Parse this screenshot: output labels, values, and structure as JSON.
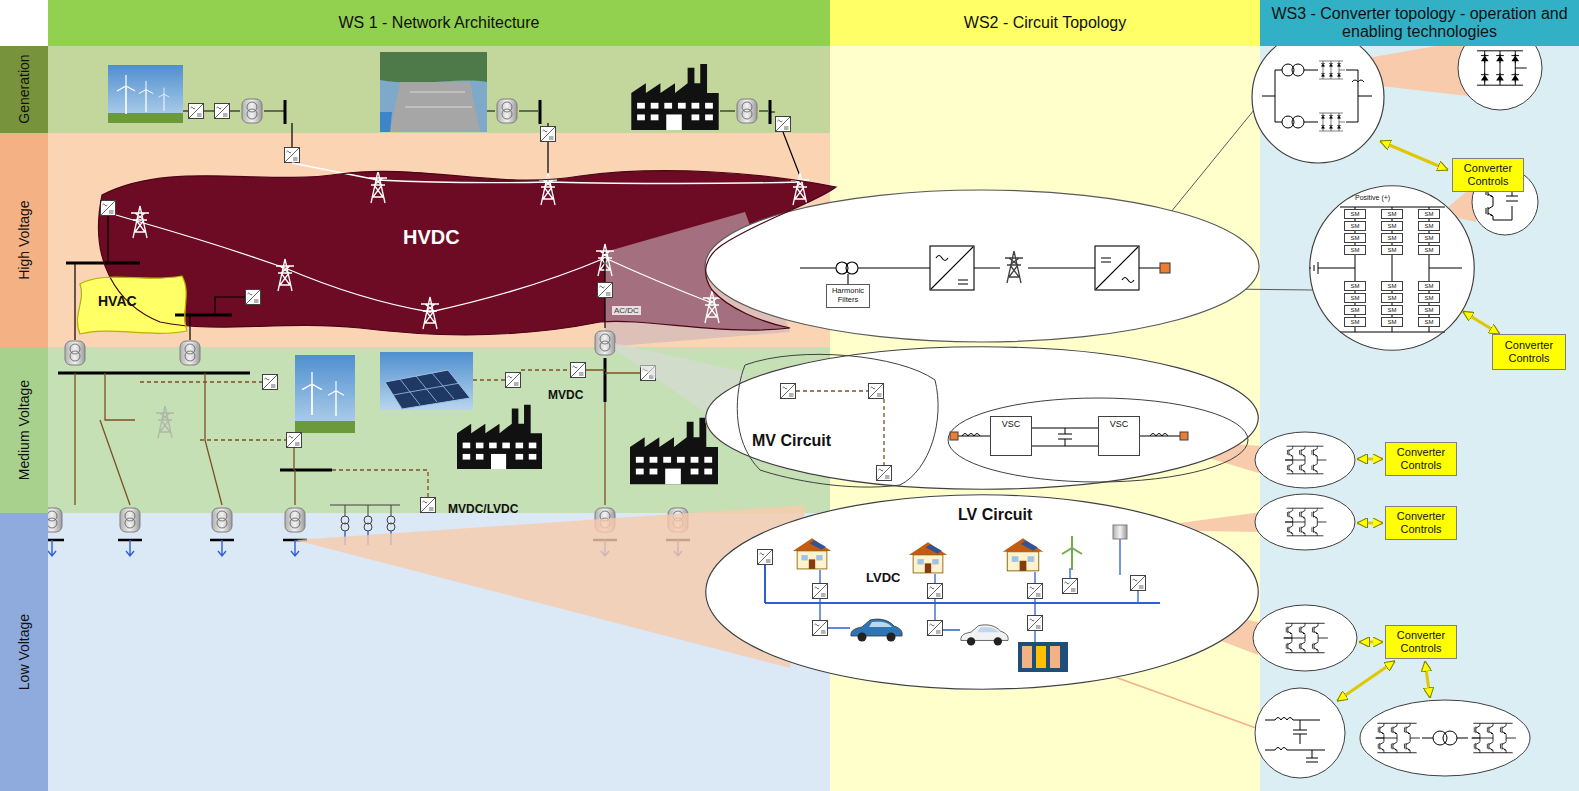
{
  "diagram": {
    "nodes": [
      {
        "text": [
          "WS 1 - Network Architecture"
        ]
      },
      {
        "text": [
          "WS2 - Circuit Topology"
        ]
      },
      {
        "text": [
          "WS3 - Converter topology - operation and enabling technologies"
        ]
      },
      {
        "text": [
          "Generation"
        ]
      },
      {
        "text": [
          "High Voltage"
        ]
      },
      {
        "text": [
          "Medium Voltage"
        ]
      },
      {
        "text": [
          "Low Voltage"
        ]
      },
      {
        "text": [
          "HVDC"
        ]
      },
      {
        "text": [
          "HVAC"
        ]
      },
      {
        "text": [
          "Harmonic Filters"
        ]
      },
      {
        "text": [
          "Converter Controls"
        ]
      },
      {
        "text": [
          "Positive (+)"
        ]
      },
      {
        "text": [
          "SM"
        ],
        "in": 11
      },
      {
        "text": [
          "SM"
        ],
        "in": 11
      },
      {
        "text": [
          "SM"
        ],
        "in": 11
      },
      {
        "text": [
          "SM"
        ],
        "in": 11
      },
      {
        "text": [
          "SM"
        ],
        "in": 11
      },
      {
        "text": [
          "SM"
        ],
        "in": 11
      },
      {
        "text": [
          "SM"
        ],
        "in": 11
      },
      {
        "text": [
          "SM"
        ],
        "in": 11
      },
      {
        "text": [
          "SM"
        ],
        "in": 11
      },
      {
        "text": [
          "SM"
        ],
        "in": 11
      },
      {
        "text": [
          "SM"
        ],
        "in": 11
      },
      {
        "text": [
          "SM"
        ],
        "in": 11
      },
      {
        "text": [
          "SM"
        ],
        "in": 11
      },
      {
        "text": [
          "SM"
        ],
        "in": 11
      },
      {
        "text": [
          "SM"
        ],
        "in": 11
      },
      {
        "text": [
          "SM"
        ],
        "in": 11
      },
      {
        "text": [
          "SM"
        ],
        "in": 11
      },
      {
        "text": [
          "SM"
        ],
        "in": 11
      },
      {
        "text": [
          "SM"
        ],
        "in": 11
      },
      {
        "text": [
          "SM"
        ],
        "in": 11
      },
      {
        "text": [
          "SM"
        ],
        "in": 11
      },
      {
        "text": [
          "SM"
        ],
        "in": 11
      },
      {
        "text": [
          "SM"
        ],
        "in": 11
      },
      {
        "text": [
          "SM"
        ],
        "in": 11
      },
      {
        "text": [
          "Converter Controls"
        ]
      },
      {
        "text": [
          "MV Circuit"
        ]
      },
      {
        "text": [
          "VSC"
        ],
        "in": 37
      },
      {
        "text": [
          "VSC"
        ],
        "in": 37
      },
      {
        "text": [
          "Converter Controls"
        ]
      },
      {
        "text": [
          "Converter Controls"
        ]
      },
      {
        "text": [
          "LV Circuit"
        ]
      },
      {
        "text": [
          "Converter Controls"
        ]
      }
    ],
    "edges": [
      {
        "from": 36,
        "to": 11,
        "arrow": "both"
      }
    ],
    "labels": [
      "AC/DC",
      "MVDC",
      "MVDC/LVDC",
      "LVDC"
    ]
  }
}
